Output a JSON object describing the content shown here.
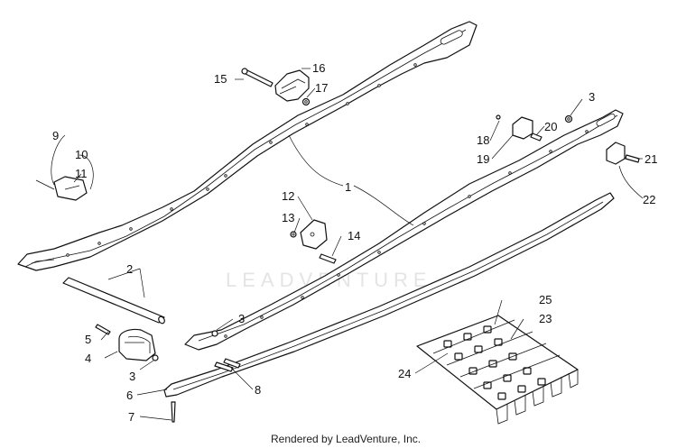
{
  "callouts": [
    {
      "id": "1",
      "text": "1"
    },
    {
      "id": "2",
      "text": "2"
    },
    {
      "id": "3a",
      "text": "3"
    },
    {
      "id": "3b",
      "text": "3"
    },
    {
      "id": "3c",
      "text": "3"
    },
    {
      "id": "4",
      "text": "4"
    },
    {
      "id": "5",
      "text": "5"
    },
    {
      "id": "6",
      "text": "6"
    },
    {
      "id": "7",
      "text": "7"
    },
    {
      "id": "8",
      "text": "8"
    },
    {
      "id": "9",
      "text": "9"
    },
    {
      "id": "10",
      "text": "10"
    },
    {
      "id": "11",
      "text": "11"
    },
    {
      "id": "12",
      "text": "12"
    },
    {
      "id": "13",
      "text": "13"
    },
    {
      "id": "14",
      "text": "14"
    },
    {
      "id": "15",
      "text": "15"
    },
    {
      "id": "16",
      "text": "16"
    },
    {
      "id": "17",
      "text": "17"
    },
    {
      "id": "18",
      "text": "18"
    },
    {
      "id": "19",
      "text": "19"
    },
    {
      "id": "20",
      "text": "20"
    },
    {
      "id": "21",
      "text": "21"
    },
    {
      "id": "22",
      "text": "22"
    },
    {
      "id": "23",
      "text": "23"
    },
    {
      "id": "24",
      "text": "24"
    },
    {
      "id": "25",
      "text": "25"
    }
  ],
  "watermark": "LEADVENTURE",
  "footer": "Rendered by LeadVenture, Inc."
}
